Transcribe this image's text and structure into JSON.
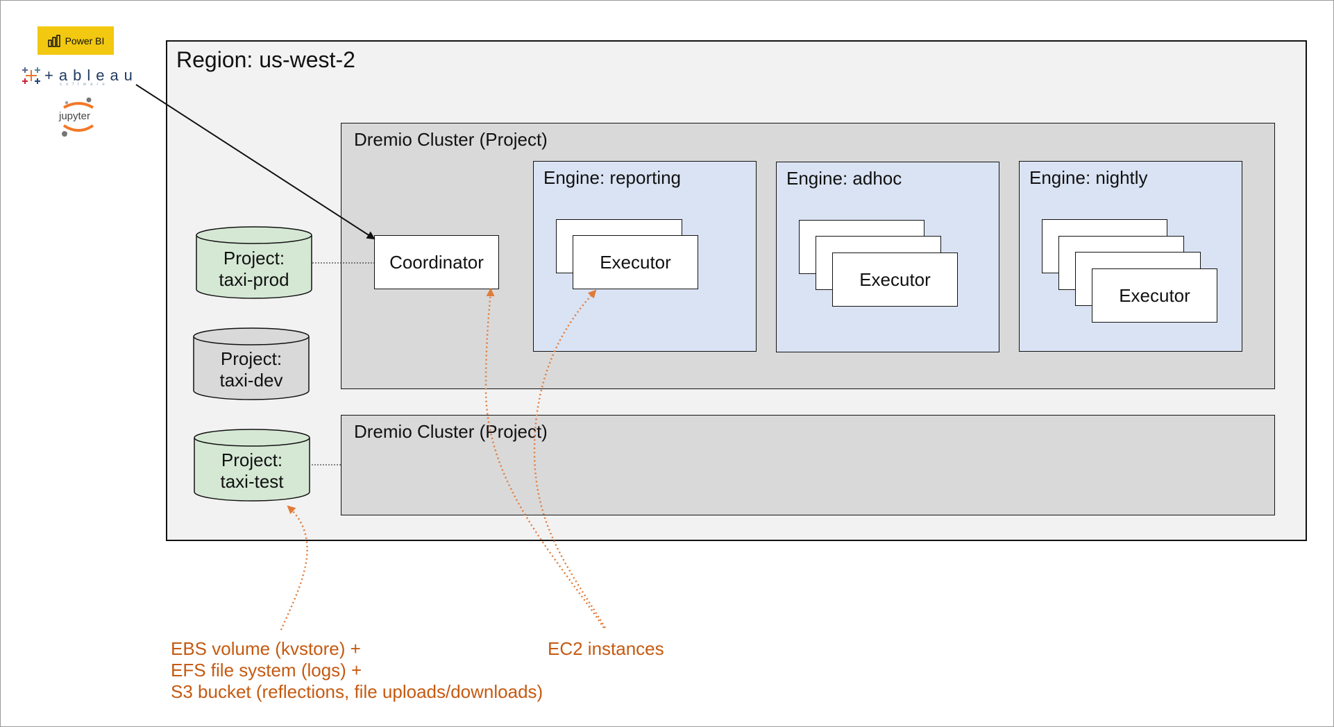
{
  "region": {
    "title": "Region: us-west-2"
  },
  "clusters": [
    {
      "title": "Dremio Cluster (Project)"
    },
    {
      "title": "Dremio Cluster (Project)"
    }
  ],
  "coordinator": {
    "label": "Coordinator"
  },
  "engines": [
    {
      "title": "Engine: reporting",
      "executor_label": "Executor"
    },
    {
      "title": "Engine: adhoc",
      "executor_label": "Executor"
    },
    {
      "title": "Engine: nightly",
      "executor_label": "Executor"
    }
  ],
  "projects": [
    {
      "line1": "Project:",
      "line2": "taxi-prod"
    },
    {
      "line1": "Project:",
      "line2": "taxi-dev"
    },
    {
      "line1": "Project:",
      "line2": "taxi-test"
    }
  ],
  "annotations": {
    "storage": [
      "EBS volume (kvstore) +",
      "EFS file system (logs) +",
      "S3 bucket (reflections, file uploads/downloads)"
    ],
    "compute": "EC2 instances"
  },
  "logos": {
    "powerbi": "Power BI",
    "tableau": "+ableau",
    "tableau_sub": "software",
    "jupyter": "jupyter"
  },
  "colors": {
    "region_bg": "#f2f2f2",
    "cluster_bg": "#d9d9d9",
    "engine_bg": "#dae3f3",
    "project_active": "#d5e8d4",
    "project_inactive": "#d9d9d9",
    "annotation": "#c55a11",
    "powerbi": "#f2c811"
  }
}
